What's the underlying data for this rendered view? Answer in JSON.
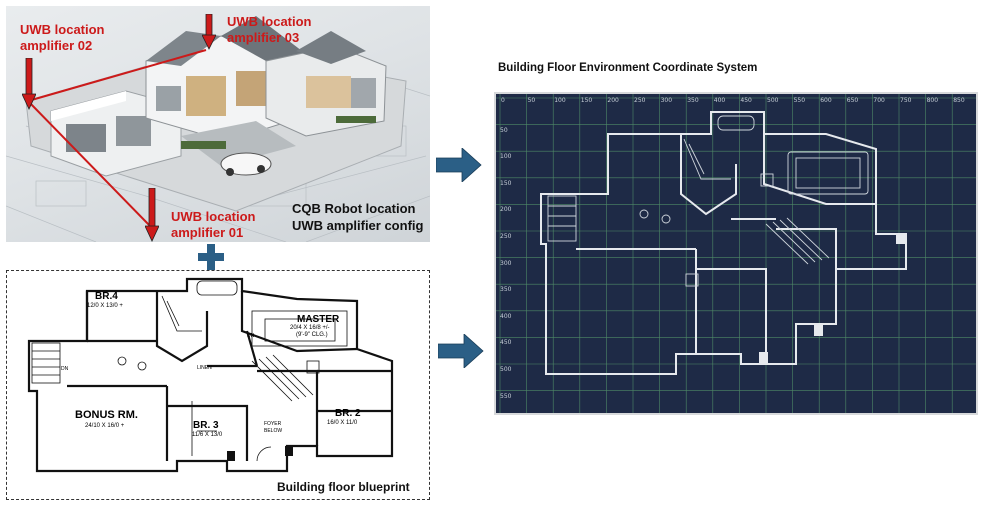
{
  "photo_panel": {
    "labels": {
      "amplifier_02": "UWB location\namplifier 02",
      "amplifier_03": "UWB location\namplifier 03",
      "amplifier_01": "UWB location\namplifier 01",
      "config": "CQB Robot location\nUWB amplifier config"
    }
  },
  "blueprint_panel": {
    "caption": "Building floor blueprint",
    "rooms": {
      "br4": "BR.4",
      "br4_size": "12/0 X 13/0 +",
      "master": "MASTER",
      "master_size": "20/4 X 16/8 +/-",
      "master_clg": "(9'-9\" CLG.)",
      "bonus": "BONUS RM.",
      "bonus_size": "24/10 X 16/0 +",
      "br3": "BR. 3",
      "br3_size": "11/6 X 13/0",
      "br2": "BR. 2",
      "br2_size": "16/0 X 11/0",
      "linen": "LINEN",
      "foyer": "FOYER",
      "foyer2": "BELOW",
      "dn": "DN",
      "dn2": "DN"
    }
  },
  "coord_panel": {
    "title": "Building Floor Environment Coordinate System",
    "x_ticks": [
      "0",
      "50",
      "100",
      "150",
      "200",
      "250",
      "300",
      "350",
      "400",
      "450",
      "500",
      "550",
      "600",
      "650",
      "700",
      "750",
      "800",
      "850"
    ],
    "y_ticks": [
      "50",
      "100",
      "150",
      "200",
      "250",
      "300",
      "350",
      "400",
      "450",
      "500",
      "550"
    ]
  },
  "colors": {
    "amplifier_red": "#cc1a1a",
    "arrow_blue": "#2b5f86",
    "plus_blue": "#2b5f86",
    "coord_bg": "#1e2a46",
    "grid": "#4f8a67"
  }
}
